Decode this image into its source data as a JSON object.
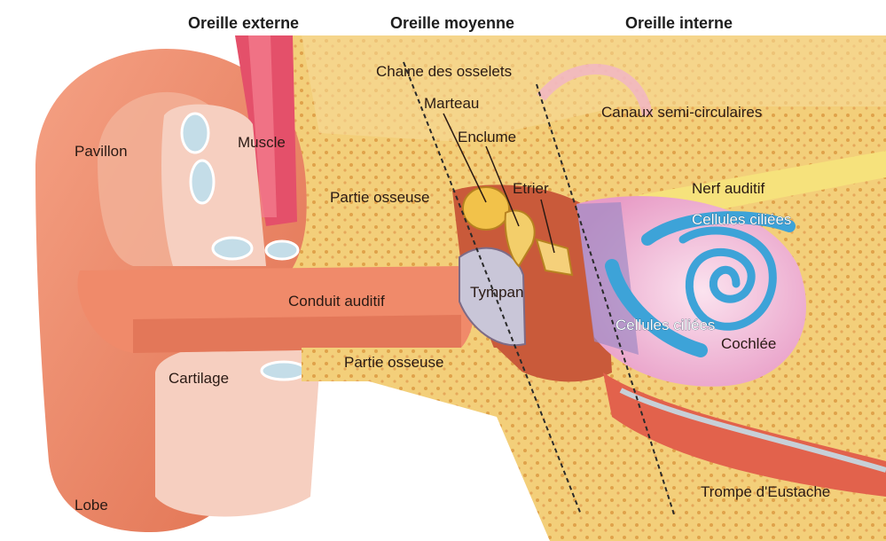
{
  "headers": {
    "outer": "Oreille externe",
    "middle": "Oreille moyenne",
    "inner": "Oreille interne"
  },
  "labels": {
    "pavillon": "Pavillon",
    "muscle": "Muscle",
    "chaine_osselets": "Chaine des osselets",
    "marteau": "Marteau",
    "enclume": "Enclume",
    "etrier": "Etrier",
    "canaux": "Canaux semi-circulaires",
    "partie_osseuse_top": "Partie osseuse",
    "nerf_auditif": "Nerf auditif",
    "cellules_ciliees_top": "Cellules ciliées",
    "conduit_auditif": "Conduit auditif",
    "tympan": "Tympan",
    "cellules_ciliees_bottom": "Cellules ciliées",
    "cochlee": "Cochlée",
    "cartilage": "Cartilage",
    "partie_osseuse_bottom": "Partie osseuse",
    "trompe": "Trompe d'Eustache",
    "lobe": "Lobe"
  },
  "colors": {
    "skin": "#f08a6a",
    "skin_dark": "#d9674a",
    "bone": "#f3cf7a",
    "bone_dots": "#e0a24a",
    "cartilage": "#f6cfc0",
    "cochlea": "#f2b8d8",
    "canal_blue": "#3da3d8",
    "tympan": "#c9c6d8"
  }
}
